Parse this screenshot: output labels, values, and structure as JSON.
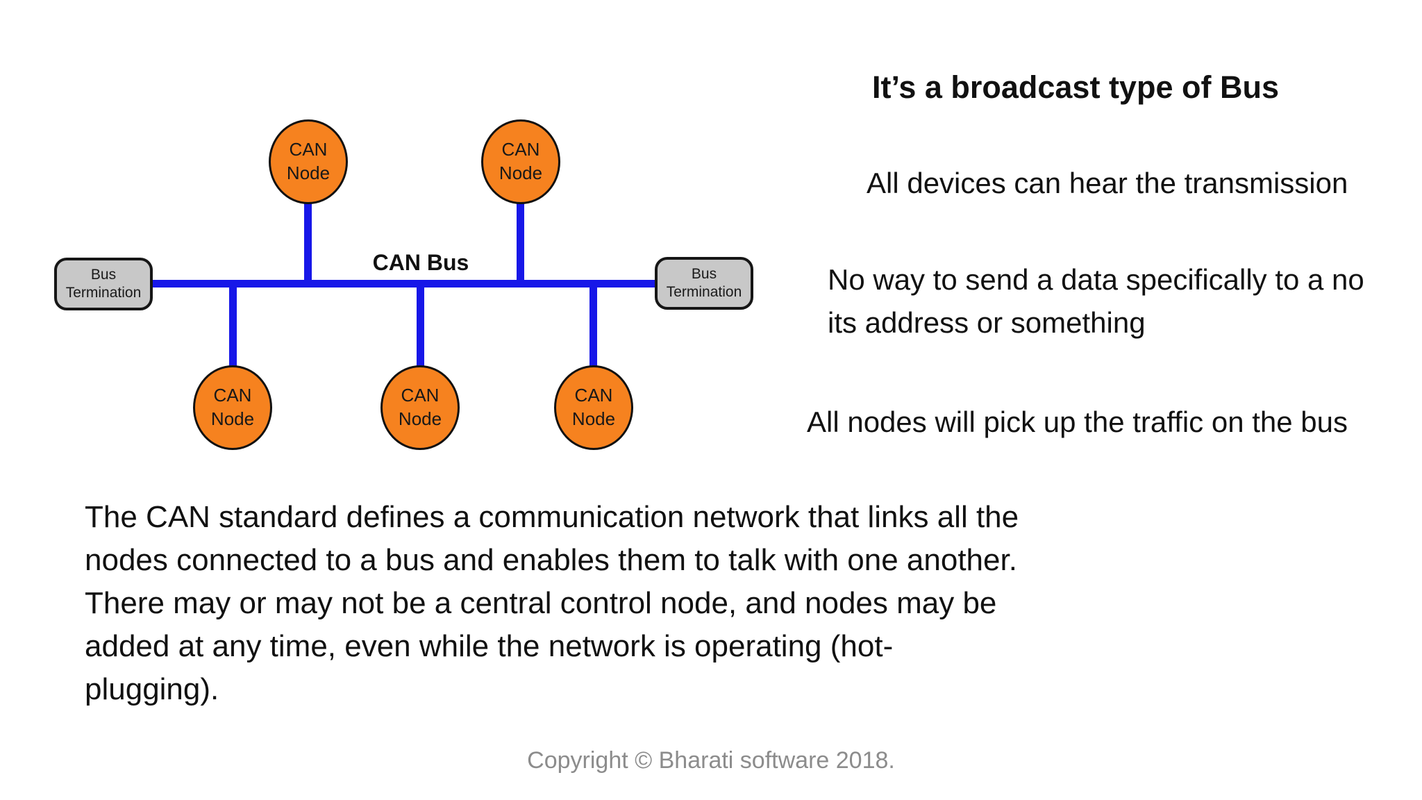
{
  "colors": {
    "bus_color": "#1717e8",
    "node_fill": "#f6821f",
    "termination_fill": "#c8c8c8",
    "muted_text": "#8c8c8c"
  },
  "diagram": {
    "bus_label": "CAN Bus",
    "node_label_lines": [
      "CAN",
      "Node"
    ],
    "termination_label_lines": [
      "Bus",
      "Termination"
    ]
  },
  "right_column": {
    "title": "It’s a broadcast type of Bus",
    "point1": "All devices can hear the transmission",
    "point2_line1": "No way to send a data specifically to a no",
    "point2_line2": "its address or something",
    "point3": "All nodes will pick up the traffic on the bus"
  },
  "paragraph": {
    "lines": [
      "The CAN standard defines a communication network that links all the",
      "nodes connected to a bus and enables them to talk with one another.",
      "There may or may not be a central control node, and nodes may be",
      "added at any time, even while the network is operating (hot-",
      "plugging)."
    ]
  },
  "footer": {
    "copyright": "Copyright © Bharati software 2018."
  }
}
